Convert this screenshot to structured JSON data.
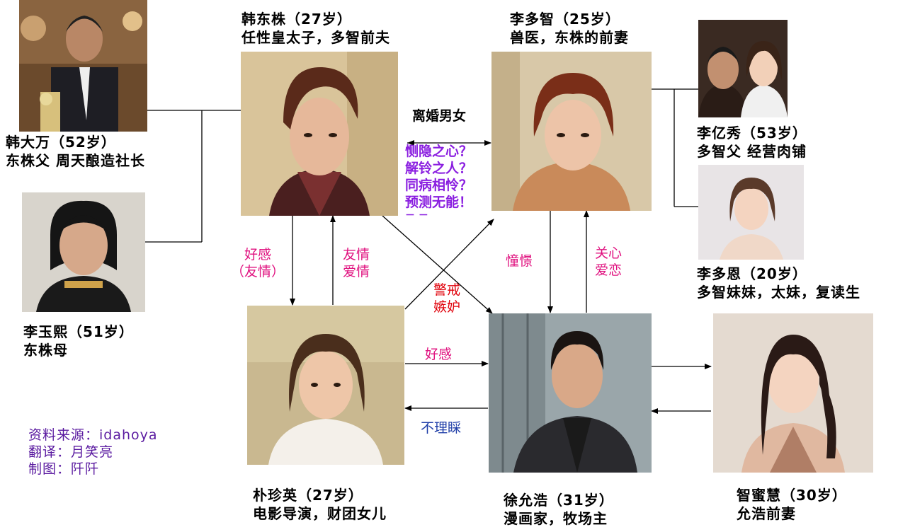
{
  "people": {
    "han_daman": {
      "line1": "韩大万（52岁）",
      "line2": "东株父  周天酿造社长"
    },
    "li_yuxi": {
      "line1": "李玉熙（51岁）",
      "line2": "东株母"
    },
    "han_dongzhu": {
      "line1": "韩东株（27岁）",
      "line2": "任性皇太子，多智前夫"
    },
    "li_duozhi": {
      "line1": "李多智（25岁）",
      "line2": "兽医，东株的前妻"
    },
    "li_yixiu": {
      "line1": "李亿秀（53岁）",
      "line2": "多智父 经营肉铺"
    },
    "li_duoen": {
      "line1": "李多恩（20岁）",
      "line2": "多智妹妹，太妹，复读生"
    },
    "piao_zhenying": {
      "line1": "朴珍英（27岁）",
      "line2": "电影导演，财团女儿"
    },
    "xu_yunhao": {
      "line1": "徐允浩（31岁）",
      "line2": "漫画家，牧场主"
    },
    "zhi_mihui": {
      "line1": "智蜜慧（30岁）",
      "line2": "允浩前妻"
    }
  },
  "relations": {
    "divorce": "离婚男女",
    "q1": "恻隐之心？",
    "q2": "解铃之人？",
    "q3": "同病相怜？",
    "q4": "预测无能！",
    "q5": "－ －",
    "favor_friend_1": "好感",
    "favor_friend_2": "（友情）",
    "friend_love_1": "友情",
    "friend_love_2": "爱情",
    "alert_1": "警戒",
    "alert_2": "嫉妒",
    "admire": "憧憬",
    "care_1": "关心",
    "care_2": "爱恋",
    "favor": "好感",
    "ignore": "不理睬"
  },
  "credits": {
    "source": "资料来源：idahoya",
    "translate": "翻译：月笑亮",
    "chart": "制图：阡阡"
  },
  "colors": {
    "pink": "#e0117f",
    "red": "#e0000a",
    "blue": "#1f3ea8",
    "purple": "#8a1ee0"
  }
}
